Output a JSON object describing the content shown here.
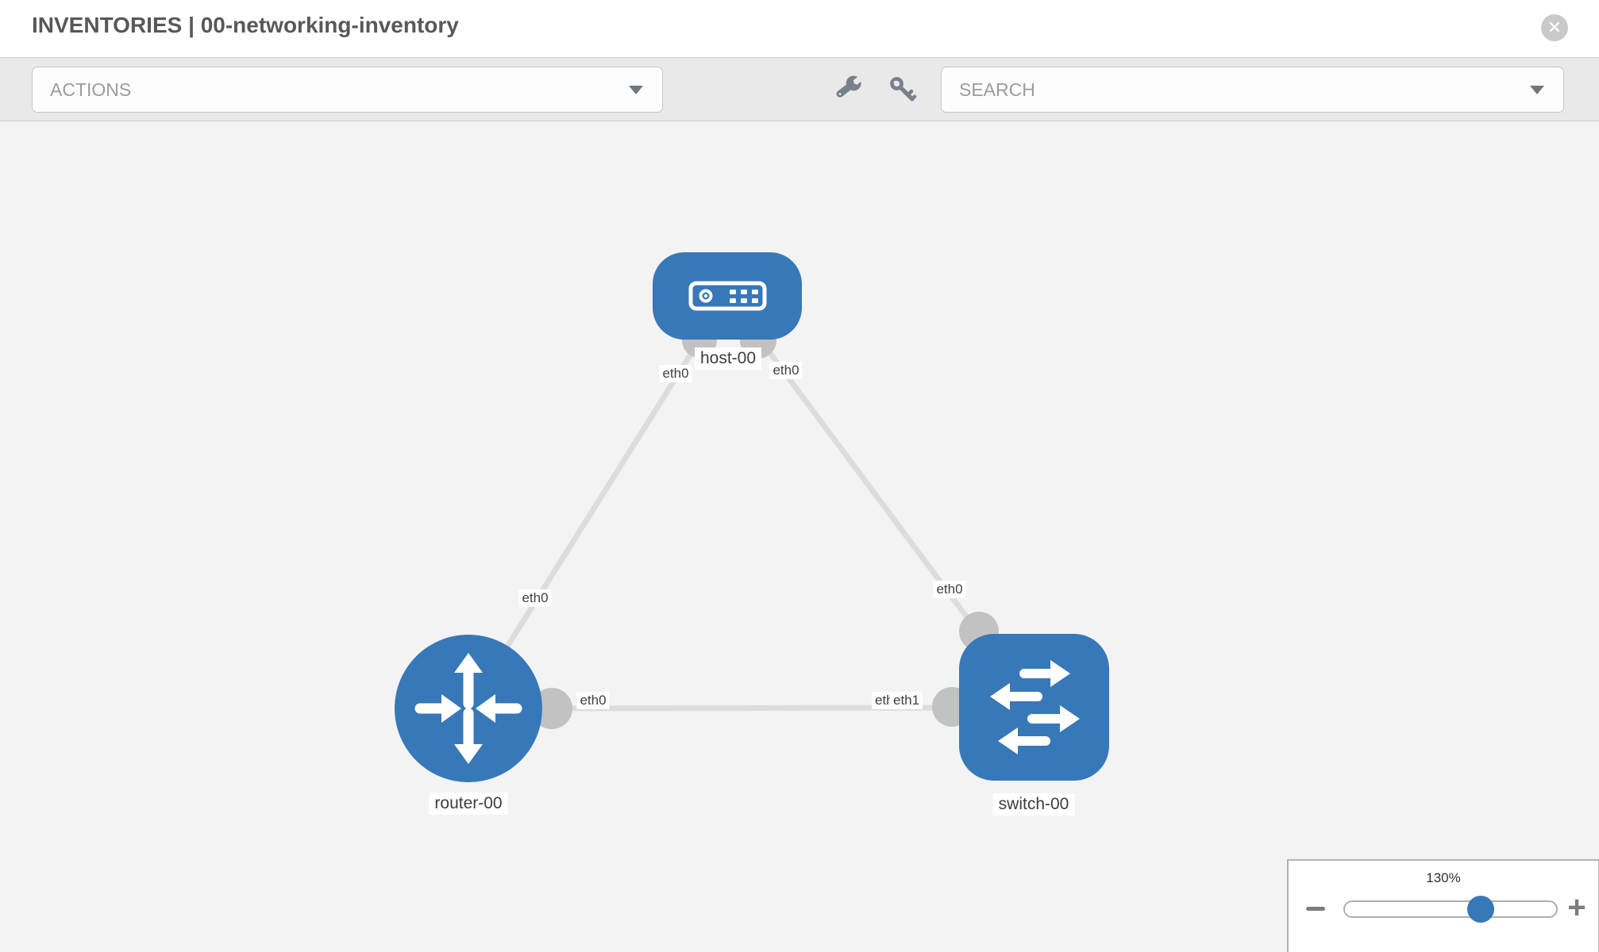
{
  "header": {
    "title": "INVENTORIES | 00-networking-inventory",
    "close_glyph": "✕"
  },
  "toolbar": {
    "actions": {
      "label": "ACTIONS"
    },
    "search": {
      "placeholder": "SEARCH"
    },
    "wrench_icon": "wrench",
    "key_icon": "key"
  },
  "diagram": {
    "nodes": [
      {
        "id": "host-00",
        "type": "host",
        "label": "host-00"
      },
      {
        "id": "router-00",
        "type": "router",
        "label": "router-00"
      },
      {
        "id": "switch-00",
        "type": "switch",
        "label": "switch-00"
      }
    ],
    "links": [
      {
        "from": "router-00",
        "from_port": "eth0",
        "to": "host-00",
        "to_port": "eth0"
      },
      {
        "from": "host-00",
        "from_port": "eth0",
        "to": "switch-00",
        "to_port": "eth0"
      },
      {
        "from": "router-00",
        "from_port": "eth0",
        "to": "switch-00",
        "to_port": "eth1"
      }
    ],
    "switch_left_port_labels": [
      "eth0",
      "eth1"
    ]
  },
  "zoom_control": {
    "level": "130%",
    "minus_glyph": "−",
    "plus_glyph": "+"
  },
  "colors": {
    "node_blue": "#3778b8",
    "edge_gray": "#dcdcdc",
    "port_gray": "#c2c2c2",
    "canvas_bg": "#f3f3f3",
    "toolbar_bg": "#e9e9e9"
  }
}
